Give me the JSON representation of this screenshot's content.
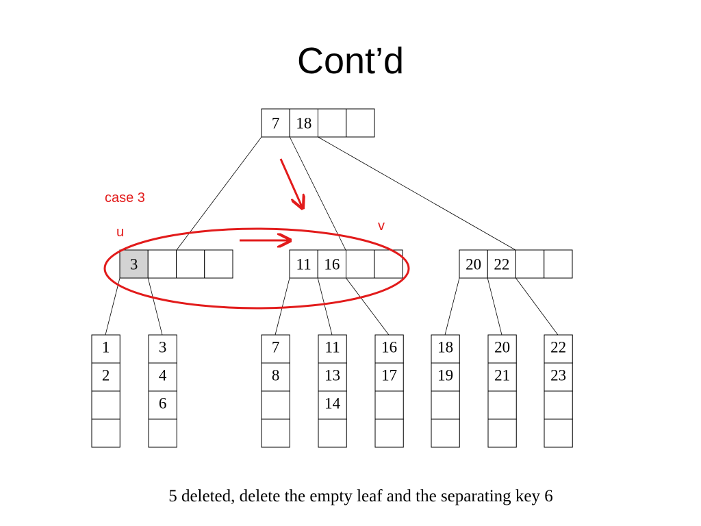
{
  "title": "Cont’d",
  "caption": "5 deleted, delete the empty leaf and the separating key 6",
  "annotations": {
    "case_label": "case 3",
    "u_label": "u",
    "v_label": "v"
  },
  "colors": {
    "annotation": "#e21b1b",
    "highlight_cell": "#d3d3d3"
  },
  "tree": {
    "root": {
      "keys": [
        "7",
        "18",
        "",
        ""
      ]
    },
    "internal": [
      {
        "keys": [
          "3",
          "",
          "",
          ""
        ],
        "highlight_index": 0
      },
      {
        "keys": [
          "11",
          "16",
          "",
          ""
        ]
      },
      {
        "keys": [
          "20",
          "22",
          "",
          ""
        ]
      }
    ],
    "leaves": [
      {
        "keys": [
          "1",
          "2",
          "",
          ""
        ]
      },
      {
        "keys": [
          "3",
          "4",
          "6",
          ""
        ]
      },
      {
        "keys": [
          "7",
          "8",
          "",
          ""
        ]
      },
      {
        "keys": [
          "11",
          "13",
          "14",
          ""
        ]
      },
      {
        "keys": [
          "16",
          "17",
          "",
          ""
        ]
      },
      {
        "keys": [
          "18",
          "19",
          "",
          ""
        ]
      },
      {
        "keys": [
          "20",
          "21",
          "",
          ""
        ]
      },
      {
        "keys": [
          "22",
          "23",
          "",
          ""
        ]
      }
    ]
  }
}
